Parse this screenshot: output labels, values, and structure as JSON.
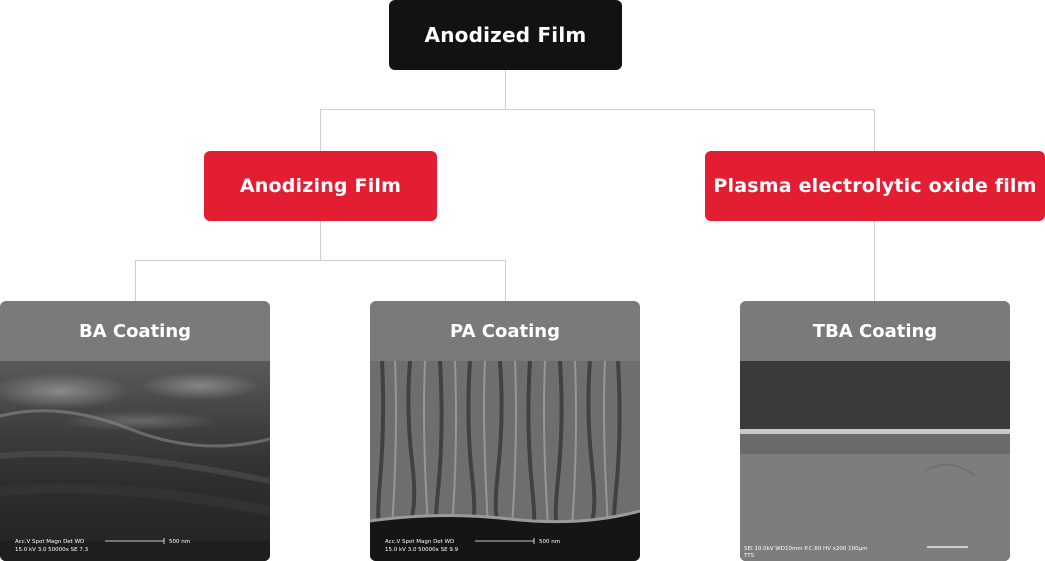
{
  "root": {
    "label": "Anodized Film"
  },
  "branches": [
    {
      "label": "Anodizing Film"
    },
    {
      "label": "Plasma electrolytic oxide film"
    }
  ],
  "coatings": [
    {
      "label": "BA Coating",
      "sem_line1": "Acc.V   Spot Magn    Det   WD",
      "sem_line2": "15.0 kV 3.0   50000x   SE    7.3",
      "scale": "500 nm"
    },
    {
      "label": "PA Coating",
      "sem_line1": "Acc.V   Spot Magn    Det   WD",
      "sem_line2": "15.0 kV 3.0   50000x  SE    9.9",
      "scale": "500 nm"
    },
    {
      "label": "TBA Coating",
      "sem_line1": "SEI  10.0kV  WD10mm P.C.60  HV     x200          100µm",
      "sem_line2": "TTS",
      "scale": ""
    }
  ],
  "colors": {
    "root": "#121212",
    "branch": "#e31e32",
    "card_header": "#7a7a7a",
    "connector": "#cfcfcf"
  }
}
